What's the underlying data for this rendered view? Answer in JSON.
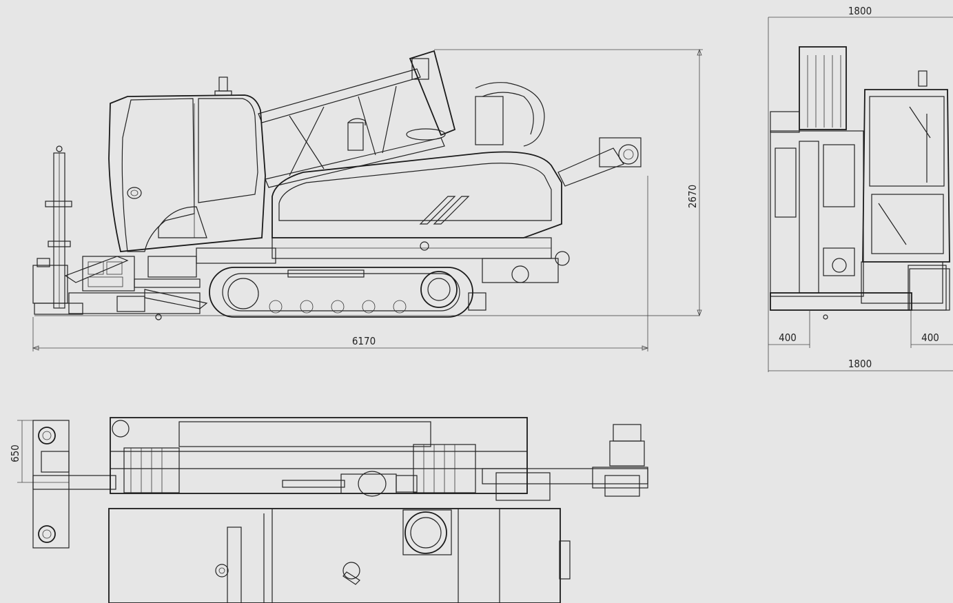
{
  "dimensions": {
    "side_length": "6170",
    "side_height": "2670",
    "front_width_top": "1800",
    "front_width_bottom": "1800",
    "front_track_left": "400",
    "front_track_right": "400",
    "top_track_width": "650"
  },
  "colors": {
    "background": "#e6e6e6",
    "line": "#222222"
  }
}
